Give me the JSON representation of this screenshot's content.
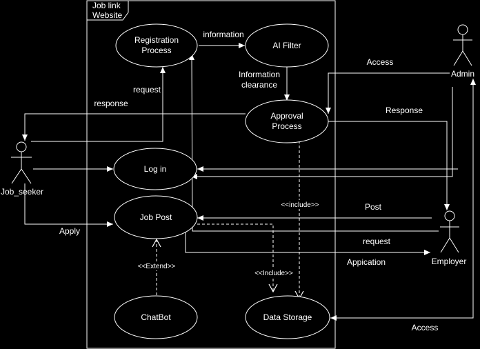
{
  "system": {
    "title_line1": "Job link",
    "title_line2": "Website"
  },
  "use_cases": {
    "registration": {
      "line1": "Registration",
      "line2": "Process"
    },
    "ai_filter": {
      "label": "AI Filter"
    },
    "approval": {
      "line1": "Approval",
      "line2": "Process"
    },
    "login": {
      "label": "Log in"
    },
    "job_post": {
      "label": "Job Post"
    },
    "chatbot": {
      "label": "ChatBot"
    },
    "data_storage": {
      "label": "Data Storage"
    }
  },
  "actors": {
    "job_seeker": {
      "label": "Job_seeker"
    },
    "admin": {
      "label": "Admin"
    },
    "employer": {
      "label": "Employer"
    }
  },
  "edge_labels": {
    "information": "information",
    "info_clearance_1": "Information",
    "info_clearance_2": "clearance",
    "request_seeker": "request",
    "response_seeker": "response",
    "access_admin": "Access",
    "response_admin": "Response",
    "post": "Post",
    "request_employer": "request",
    "appication": "Appication",
    "apply": "Apply",
    "access_storage": "Access"
  },
  "stereotypes": {
    "include_approval": "<<include>>",
    "include_jobpost": "<<Include>>",
    "extend_chatbot": "<<Extend>>"
  },
  "colors": {
    "background": "#000000",
    "stroke": "#ffffff",
    "text": "#ffffff"
  }
}
